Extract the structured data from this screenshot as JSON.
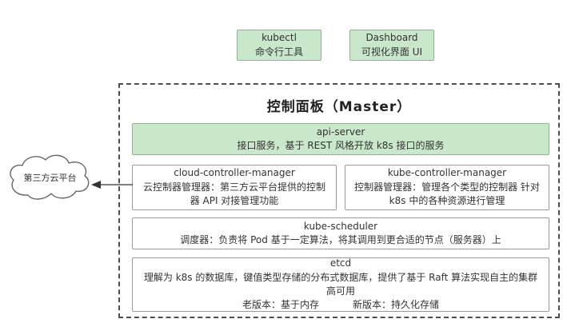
{
  "top_nodes": [
    {
      "title": "kubectl",
      "subtitle": "命令行工具"
    },
    {
      "title": "Dashboard",
      "subtitle": "可视化界面 UI"
    }
  ],
  "master": {
    "title": "控制面板（Master）",
    "boxes": {
      "api_server": {
        "title": "api-server",
        "desc": "接口服务，基于 REST 风格开放 k8s 接口的服务"
      },
      "cloud_controller_manager": {
        "title": "cloud-controller-manager",
        "desc": "云控制器管理器：第三方云平台提供的控制器 API 对接管理功能"
      },
      "kube_controller_manager": {
        "title": "kube-controller-manager",
        "desc": "控制器管理器：管理各个类型的控制器 针对 k8s 中的各种资源进行管理"
      },
      "kube_scheduler": {
        "title": "kube-scheduler",
        "desc": "调度器：负责将 Pod 基于一定算法，将其调用到更合适的节点（服务器）上"
      },
      "etcd": {
        "title": "etcd",
        "desc": "理解为 k8s 的数据库，键值类型存储的分布式数据库，提供了基于 Raft 算法实现自主的集群高可用",
        "old_version": "老版本：基于内存",
        "new_version": "新版本：持久化存储"
      }
    }
  },
  "cloud": {
    "label": "第三方云平台"
  },
  "colors": {
    "green_fill": "#c9e7ca",
    "green_border": "#8fb290",
    "box_border": "#9a9a9a",
    "dashed_border": "#4d4d4d",
    "text": "#333333"
  }
}
